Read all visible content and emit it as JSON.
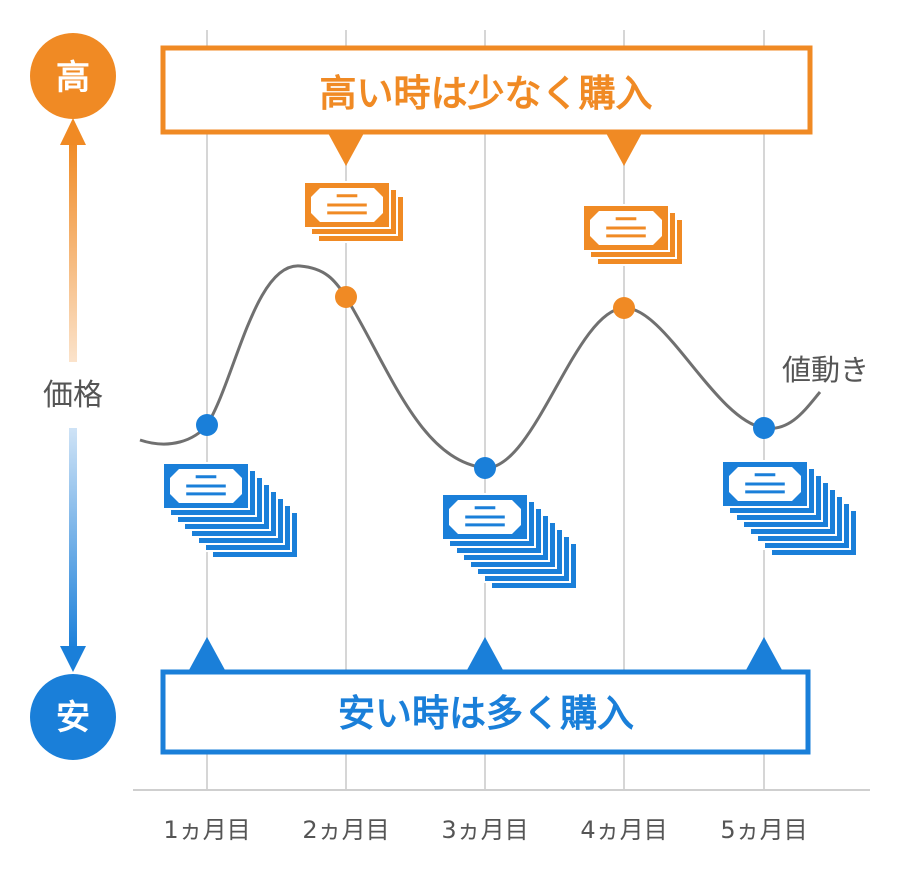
{
  "axis": {
    "high_label": "高",
    "low_label": "安",
    "price_label": "価格"
  },
  "banners": {
    "top": "高い時は少なく購入",
    "bottom": "安い時は多く購入"
  },
  "curve_label": "値動き",
  "months": [
    "1ヵ月目",
    "2ヵ月目",
    "3ヵ月目",
    "4ヵ月目",
    "5ヵ月目"
  ],
  "purchases": [
    {
      "month": "1ヵ月目",
      "price_level": "low",
      "bills": 8
    },
    {
      "month": "2ヵ月目",
      "price_level": "high",
      "bills": 3
    },
    {
      "month": "3ヵ月目",
      "price_level": "low",
      "bills": 8
    },
    {
      "month": "4ヵ月目",
      "price_level": "high",
      "bills": 3
    },
    {
      "month": "5ヵ月目",
      "price_level": "low",
      "bills": 8
    }
  ],
  "colors": {
    "high": "#f08a24",
    "low": "#1a7fd9",
    "curve": "#707070",
    "grid": "#d0d0d0",
    "text": "#555555"
  }
}
